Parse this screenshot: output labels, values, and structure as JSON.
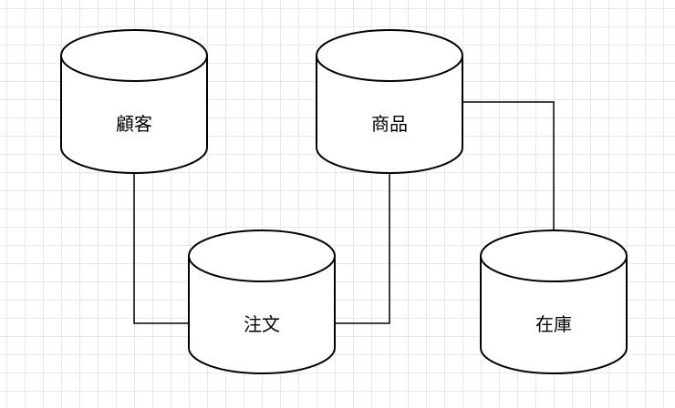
{
  "diagram": {
    "nodes": [
      {
        "id": "customer",
        "label": "顧客"
      },
      {
        "id": "product",
        "label": "商品"
      },
      {
        "id": "order",
        "label": "注文"
      },
      {
        "id": "inventory",
        "label": "在庫"
      }
    ],
    "edges": [
      {
        "from": "customer",
        "to": "order"
      },
      {
        "from": "order",
        "to": "product"
      },
      {
        "from": "product",
        "to": "inventory"
      }
    ]
  }
}
